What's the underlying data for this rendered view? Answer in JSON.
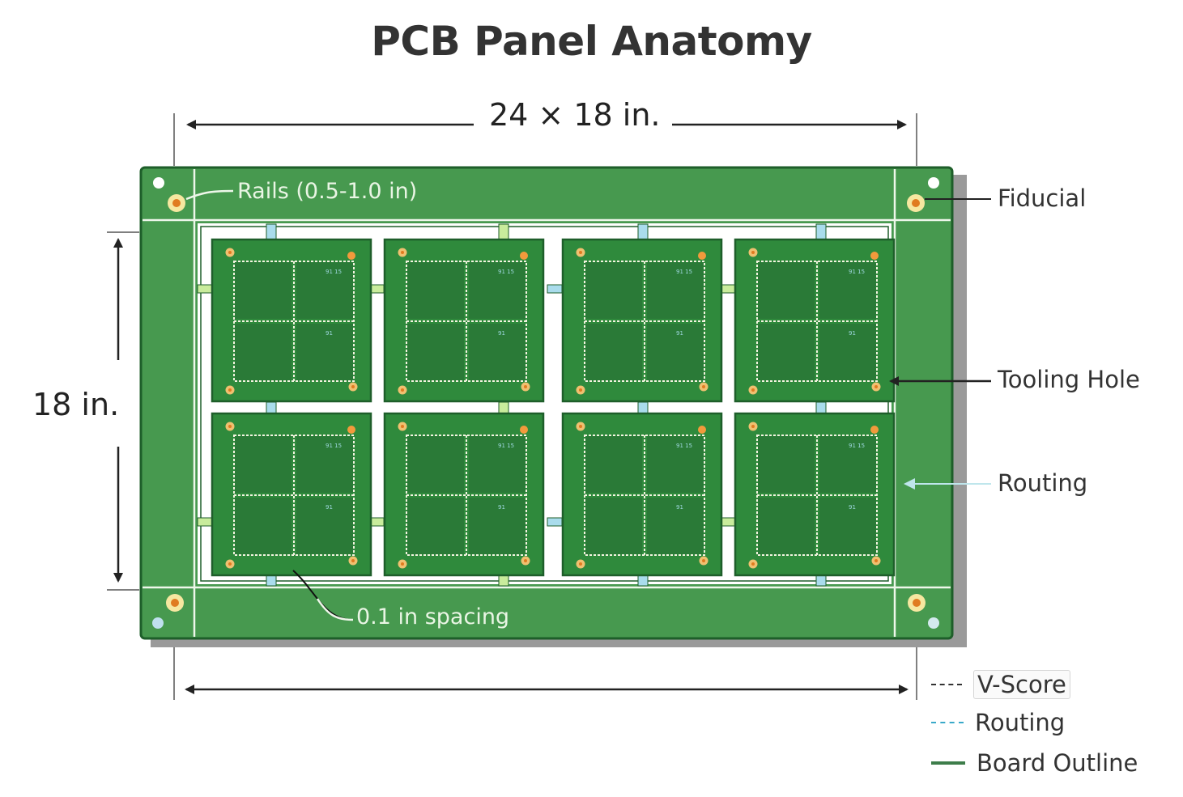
{
  "title": "PCB Panel Anatomy",
  "dimensions": {
    "top_label": "24 × 18 in.",
    "left_label": "18 in."
  },
  "annotations": {
    "rails": "Rails (0.5-1.0 in)",
    "spacing": "0.1 in spacing"
  },
  "callouts": [
    {
      "label": "Fiducial",
      "target": "fiducial-mark"
    },
    {
      "label": "Tooling Hole",
      "target": "board-edge"
    },
    {
      "label": "Routing",
      "target": "routing-channel"
    }
  ],
  "legend": [
    {
      "label": "V-Score",
      "style": "dashed",
      "color": "#333333"
    },
    {
      "label": "Routing",
      "style": "dashed",
      "color": "#3aa9c9"
    },
    {
      "label": "Board Outline",
      "style": "solid",
      "color": "#3d7d4a"
    }
  ],
  "panel": {
    "rows": 2,
    "columns": 4,
    "boards_per_panel": 8,
    "sub_blocks_per_board": 4
  },
  "colors": {
    "panel_green": "#47994f",
    "board_green": "#2f8a3c",
    "board_edge": "#1e5e2a",
    "fiducial_ring": "#f6e7a0",
    "fiducial_core": "#e07b20",
    "routing_tab_blue": "#a9dcec",
    "routing_tab_green": "#c9ec9c",
    "shadow_gray": "#9a9a9a"
  }
}
